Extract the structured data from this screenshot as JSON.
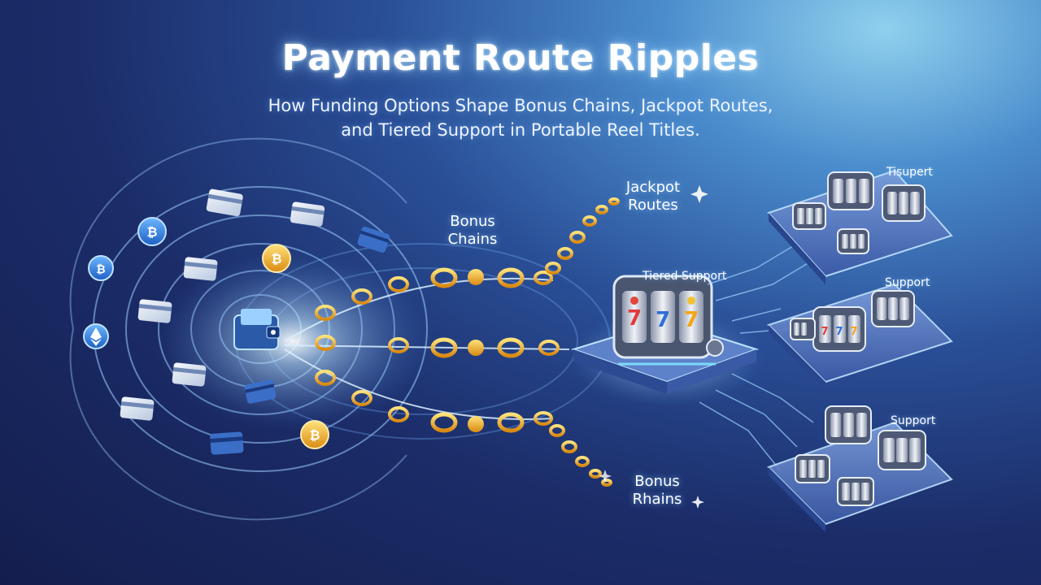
{
  "header": {
    "title": "Payment Route Ripples",
    "subtitle_line1": "How Funding Options Shape Bonus Chains, Jackpot Routes,",
    "subtitle_line2": "and Tiered Support in Portable Reel Titles."
  },
  "labels": {
    "bonus_chains_top": [
      "Bonus",
      "Chains"
    ],
    "jackpot_routes": [
      "Jackpot",
      "Routes"
    ],
    "bonus_rhains": [
      "Bonus",
      "Rhains"
    ],
    "tiered_support": "Tiered Support",
    "panel_1": "Tisupert",
    "panel_2": "Support",
    "panel_3": "Support"
  },
  "colors": {
    "accent_glow": "#9fdcff",
    "chain_gold": "#f2b632",
    "coin_gold": "#e9a21a",
    "card_white": "#e6edf7",
    "panel_blue": "#5b7fc4"
  },
  "icons": {
    "center": "wallet-icon",
    "coins": [
      "bitcoin-icon",
      "ethereum-icon"
    ],
    "cards": "credit-card-icon",
    "hub": "slot-machine-icon"
  }
}
